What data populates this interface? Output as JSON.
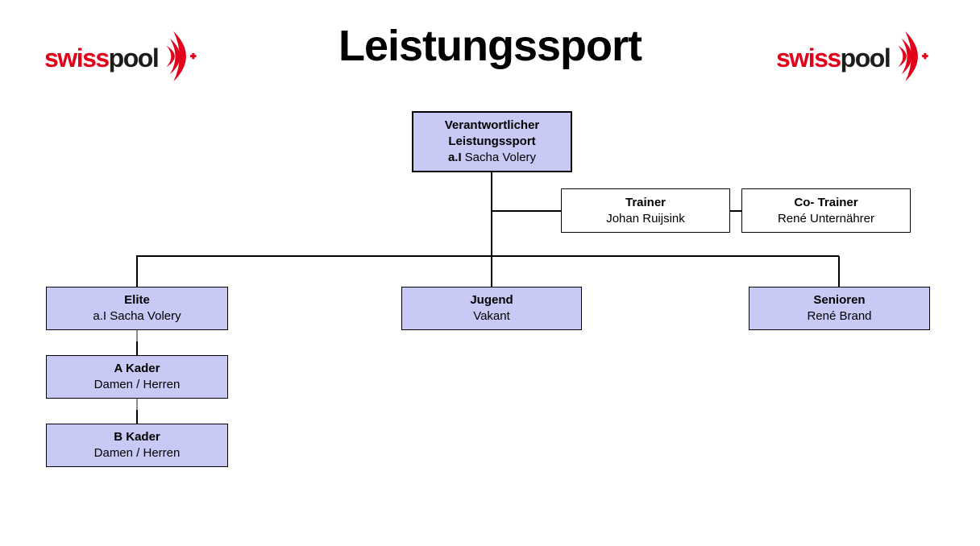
{
  "title": "Leistungssport",
  "logo": {
    "part1": "swiss",
    "part2": "pool",
    "red": "#e2001a",
    "dark": "#1d1d1b"
  },
  "colors": {
    "box_fill": "#c9c9f5",
    "box_border": "#000000",
    "white_box_fill": "#ffffff",
    "connector": "#000000"
  },
  "org": {
    "root": {
      "line1": "Verantwortlicher",
      "line2": "Leistungssport",
      "line3_bold": "a.I",
      "line3_rest": "Sacha Volery"
    },
    "trainer": {
      "title": "Trainer",
      "name": "Johan Ruijsink"
    },
    "co_trainer": {
      "title": "Co- Trainer",
      "name": "René Unternährer"
    },
    "elite": {
      "title": "Elite",
      "name": "a.I Sacha Volery"
    },
    "jugend": {
      "title": "Jugend",
      "name": "Vakant"
    },
    "senioren": {
      "title": "Senioren",
      "name": "René Brand"
    },
    "a_kader": {
      "title": "A Kader",
      "name": "Damen / Herren"
    },
    "b_kader": {
      "title": "B Kader",
      "name": "Damen / Herren"
    }
  }
}
